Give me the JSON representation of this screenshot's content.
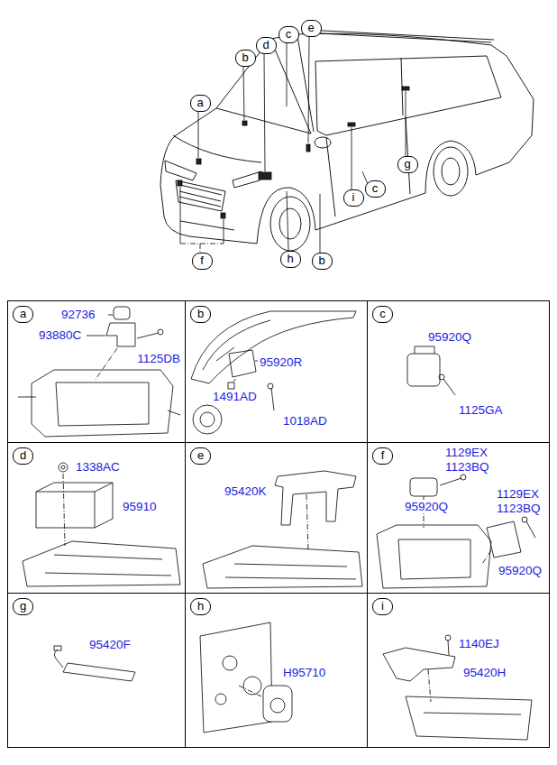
{
  "diagram": {
    "nodes": [
      {
        "text": [
          "a"
        ]
      },
      {
        "text": [
          "b"
        ]
      },
      {
        "text": [
          "d"
        ]
      },
      {
        "text": [
          "c"
        ]
      },
      {
        "text": [
          "e"
        ]
      },
      {
        "text": [
          "g"
        ]
      },
      {
        "text": [
          "i"
        ]
      },
      {
        "text": [
          "c"
        ]
      },
      {
        "text": [
          "f"
        ]
      },
      {
        "text": [
          "h"
        ]
      },
      {
        "text": [
          "b"
        ]
      },
      {
        "text": [
          "92736",
          "93880C",
          "1125DB"
        ]
      },
      {
        "text": [
          "a"
        ],
        "in": 11
      },
      {
        "text": [
          "95920R",
          "1491AD",
          "1018AD"
        ]
      },
      {
        "text": [
          "b"
        ],
        "in": 13
      },
      {
        "text": [
          "95920Q",
          "1125GA"
        ]
      },
      {
        "text": [
          "c"
        ],
        "in": 15
      },
      {
        "text": [
          "1338AC",
          "95910"
        ]
      },
      {
        "text": [
          "d"
        ],
        "in": 17
      },
      {
        "text": [
          "95420K"
        ]
      },
      {
        "text": [
          "e"
        ],
        "in": 19
      },
      {
        "text": [
          "1129EX",
          "1123BQ",
          "95920Q",
          "1129EX",
          "1123BQ",
          "95920Q"
        ]
      },
      {
        "text": [
          "f"
        ],
        "in": 21
      },
      {
        "text": [
          "95420F"
        ]
      },
      {
        "text": [
          "g"
        ],
        "in": 23
      },
      {
        "text": [
          "H95710"
        ]
      },
      {
        "text": [
          "h"
        ],
        "in": 25
      },
      {
        "text": [
          "1140EJ",
          "95420H"
        ]
      },
      {
        "text": [
          "i"
        ],
        "in": 27
      }
    ]
  }
}
